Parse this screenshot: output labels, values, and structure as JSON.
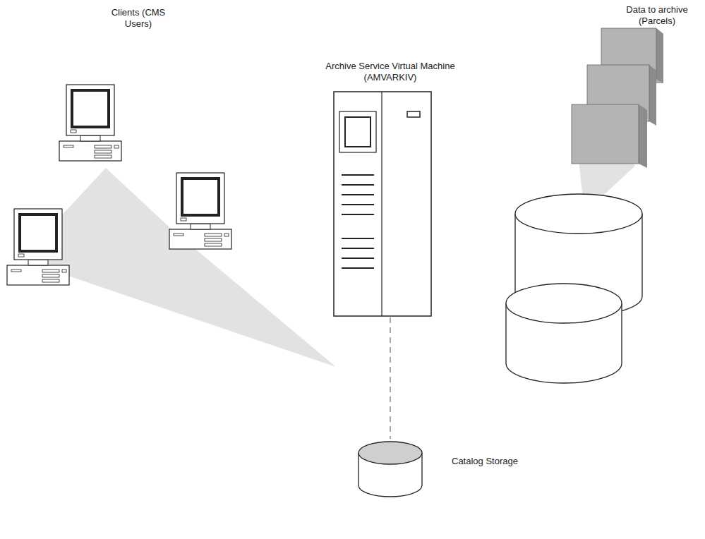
{
  "diagram": {
    "nodes": [
      {
        "text": [
          "Clients (CMS Users)"
        ]
      },
      {
        "text": [
          "Archive Service Virtual Machine (AMVARKIV)"
        ]
      },
      {
        "text": [
          "Data to archive (Parcels)"
        ]
      },
      {
        "text": [
          "Catalog Storage"
        ]
      }
    ],
    "edges": [
      {
        "from": 1,
        "to": 3,
        "arrow": "none"
      }
    ]
  }
}
